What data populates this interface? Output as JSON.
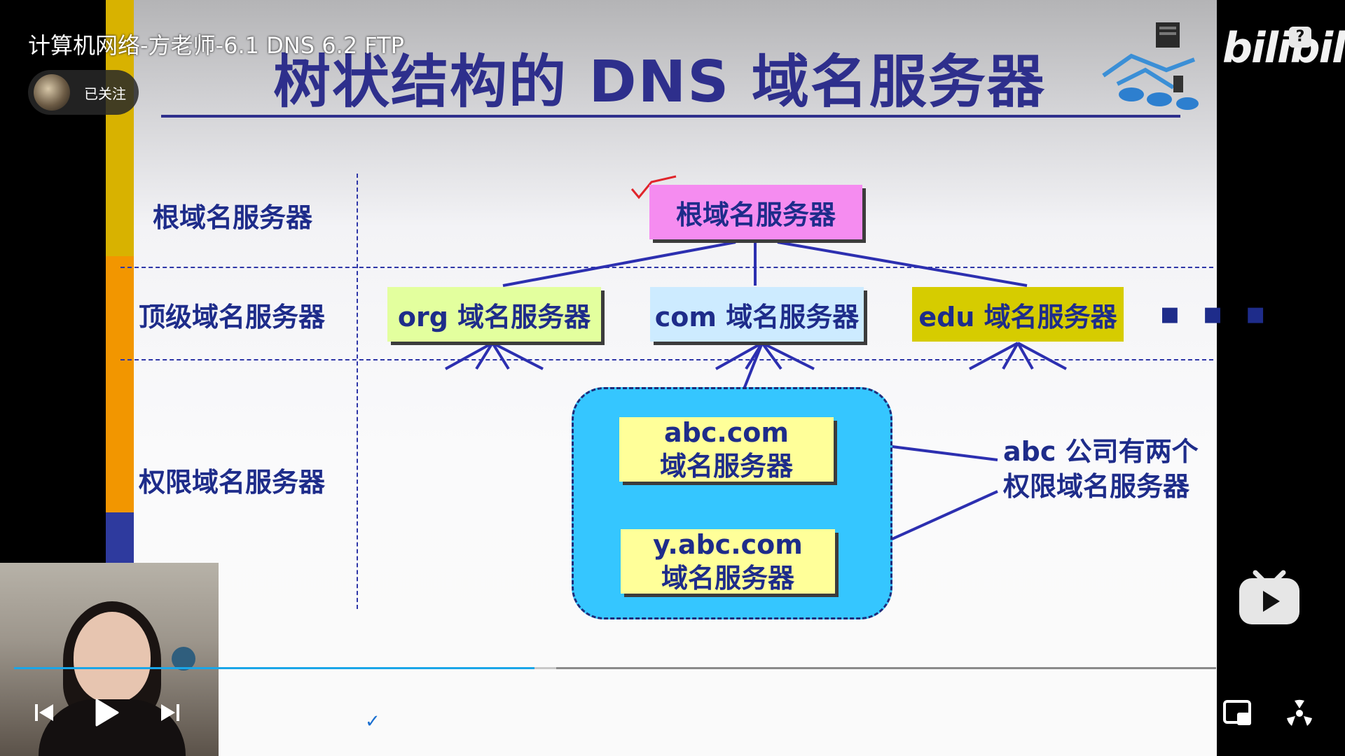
{
  "player": {
    "video_title": "计算机网络-方老师-6.1 DNS 6.2 FTP",
    "follow_label": "已关注",
    "brand": "bilibili",
    "help_badge": "?",
    "progress_fraction": 0.433,
    "buffer_fraction": 0.018,
    "accent_color": "#1aa6e8"
  },
  "slide": {
    "title": "树状结构的 DNS 域名服务器",
    "row_labels": {
      "root": "根域名服务器",
      "tld": "顶级域名服务器",
      "auth": "权限域名服务器"
    },
    "root_box": "根域名服务器",
    "tld_boxes": {
      "org": "org 域名服务器",
      "com": "com 域名服务器",
      "edu": "edu 域名服务器"
    },
    "ellipsis": "▪ ▪ ▪",
    "auth_boxes": {
      "abc": {
        "line1": "abc.com",
        "line2": "域名服务器"
      },
      "yabc": {
        "line1": "y.abc.com",
        "line2": "域名服务器"
      }
    },
    "note": {
      "line1": "abc 公司有两个",
      "line2": "权限域名服务器"
    },
    "colors": {
      "root_box": "#f58cf0",
      "org_box": "#e3ff9e",
      "com_box": "#cdebff",
      "edu_box": "#d6cc00",
      "auth_box": "#ffff99",
      "cloud": "#35c6ff",
      "text": "#1e2c8a"
    }
  },
  "icons": [
    "net-diagram-icon",
    "prev-icon",
    "play-icon",
    "next-icon",
    "check-icon",
    "pip-icon",
    "broadcast-icon",
    "tv-play-icon"
  ]
}
